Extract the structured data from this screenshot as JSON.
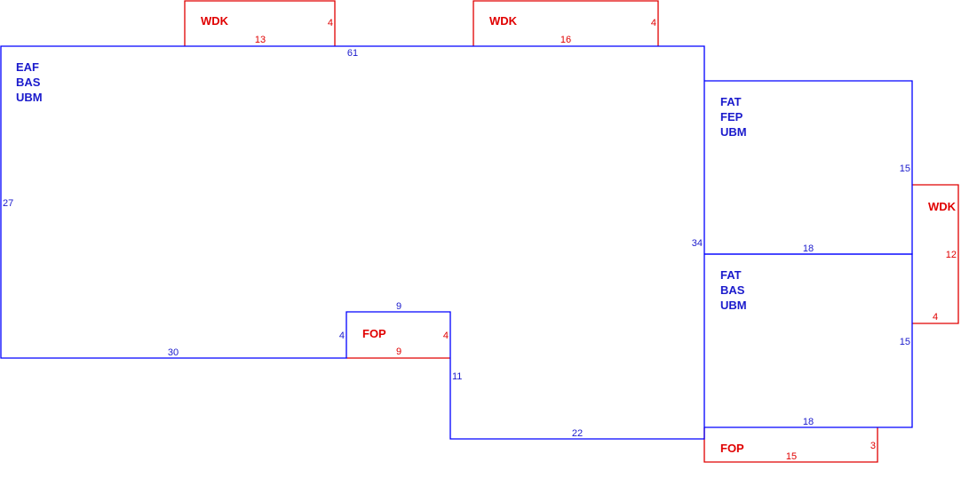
{
  "rooms": {
    "main": {
      "line1": "EAF",
      "line2": "BAS",
      "line3": "UBM"
    },
    "upper_right": {
      "line1": "FAT",
      "line2": "FEP",
      "line3": "UBM"
    },
    "lower_right": {
      "line1": "FAT",
      "line2": "BAS",
      "line3": "UBM"
    }
  },
  "extensions": {
    "wdk_left": {
      "label": "WDK",
      "width": "13",
      "depth": "4"
    },
    "wdk_mid": {
      "label": "WDK",
      "width": "16",
      "depth": "4"
    },
    "wdk_right": {
      "label": "WDK",
      "height": "12",
      "depth": "4"
    },
    "fop_inner": {
      "label": "FOP",
      "width": "9",
      "depth": "4"
    },
    "fop_bottom": {
      "label": "FOP",
      "width": "15",
      "depth": "3"
    }
  },
  "dimensions": {
    "main_top": "61",
    "main_left": "27",
    "main_bottom": "30",
    "notch_left": "4",
    "notch_top": "9",
    "step_vertical": "11",
    "step_bottom": "22",
    "main_right": "34",
    "upper_right_side": "15",
    "upper_right_bottom": "18",
    "lower_right_side": "15",
    "lower_right_bottom": "18"
  }
}
